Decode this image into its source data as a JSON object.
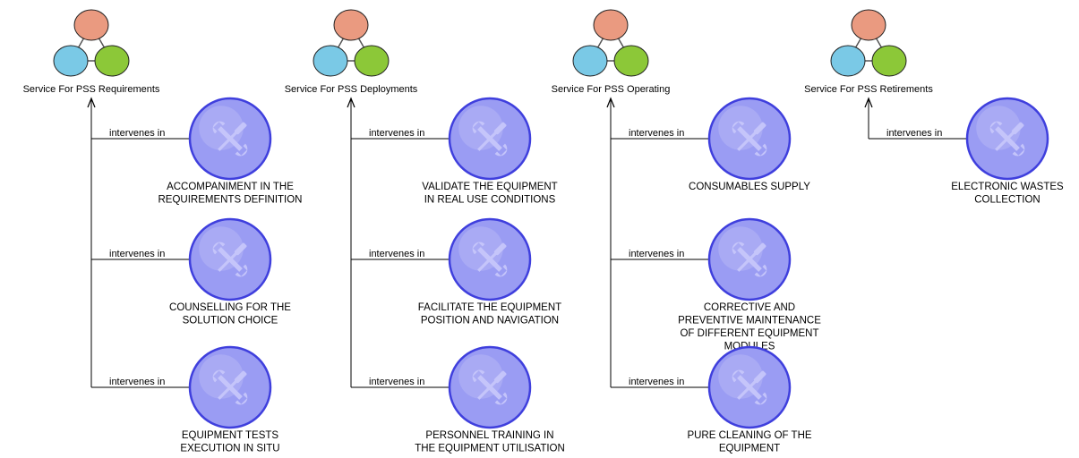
{
  "colors": {
    "top_circle": "#ea9a80",
    "left_circle": "#7ac9e6",
    "right_circle": "#8cc838",
    "task_fill": "#9a9cf3",
    "task_stroke": "#3f3fdd",
    "edge": "#000000"
  },
  "icons": {
    "service": "triad-icon",
    "task": "wrench-screwdriver-icon"
  },
  "columns": [
    {
      "service": "Service For PSS Requirements",
      "tasks": [
        {
          "label_lines": [
            "ACCOMPANIMENT IN THE",
            "REQUIREMENTS DEFINITION"
          ],
          "edge_label": "intervenes in"
        },
        {
          "label_lines": [
            "COUNSELLING FOR THE",
            "SOLUTION CHOICE"
          ],
          "edge_label": "intervenes in"
        },
        {
          "label_lines": [
            "EQUIPMENT TESTS",
            "EXECUTION IN SITU"
          ],
          "edge_label": "intervenes in"
        }
      ]
    },
    {
      "service": "Service For PSS Deployments",
      "tasks": [
        {
          "label_lines": [
            "VALIDATE THE EQUIPMENT",
            "IN REAL USE CONDITIONS"
          ],
          "edge_label": "intervenes in"
        },
        {
          "label_lines": [
            "FACILITATE THE EQUIPMENT",
            "POSITION AND NAVIGATION"
          ],
          "edge_label": "intervenes in"
        },
        {
          "label_lines": [
            "PERSONNEL TRAINING IN",
            "THE EQUIPMENT UTILISATION"
          ],
          "edge_label": "intervenes in"
        }
      ]
    },
    {
      "service": "Service For PSS Operating",
      "tasks": [
        {
          "label_lines": [
            "CONSUMABLES SUPPLY"
          ],
          "edge_label": "intervenes in"
        },
        {
          "label_lines": [
            "CORRECTIVE AND",
            "PREVENTIVE MAINTENANCE",
            "OF DIFFERENT EQUIPMENT",
            "MODULES"
          ],
          "edge_label": "intervenes in"
        },
        {
          "label_lines": [
            "PURE CLEANING OF THE",
            "EQUIPMENT"
          ],
          "edge_label": "intervenes in"
        }
      ]
    },
    {
      "service": "Service For PSS Retirements",
      "tasks": [
        {
          "label_lines": [
            "ELECTRONIC WASTES",
            "COLLECTION"
          ],
          "edge_label": "intervenes in"
        }
      ]
    }
  ]
}
